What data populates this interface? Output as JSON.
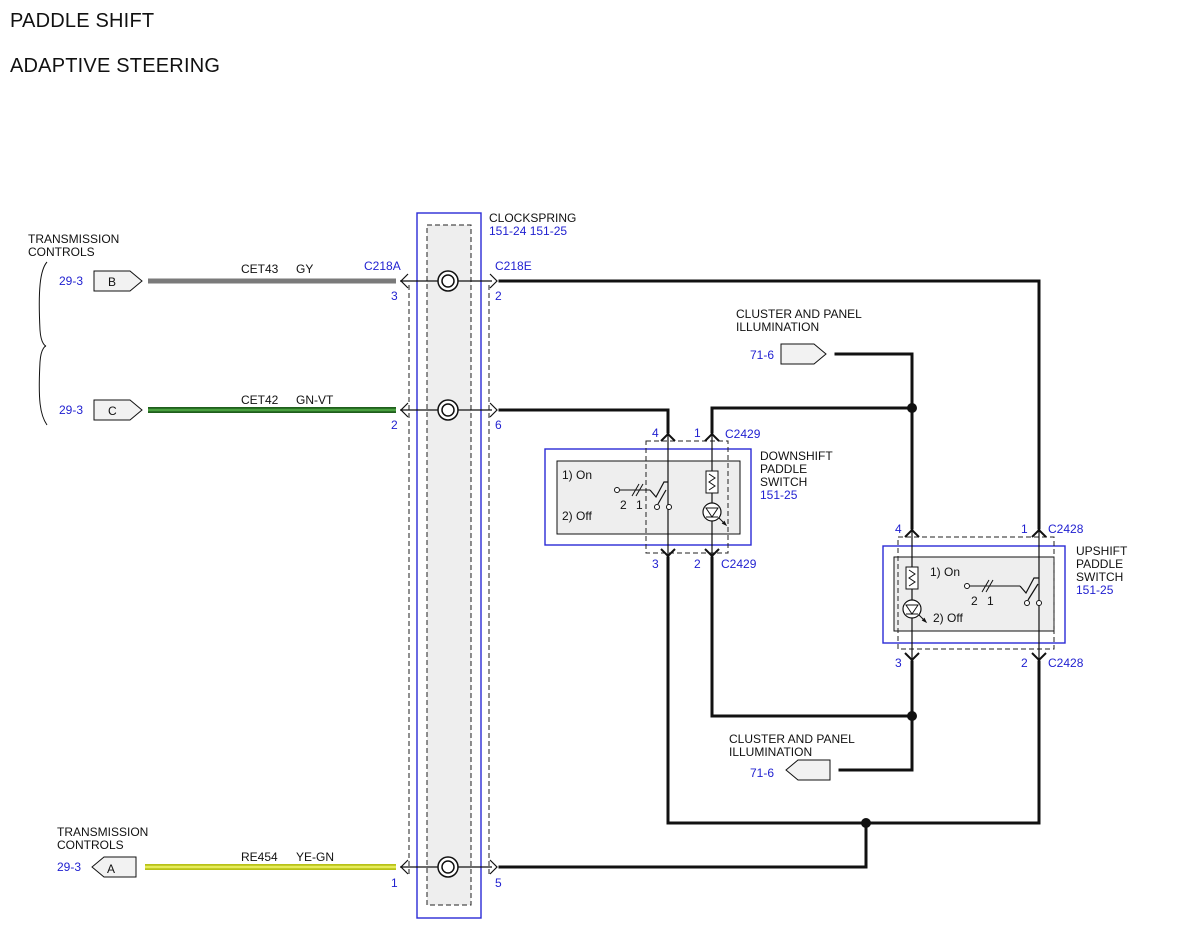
{
  "header": {
    "title_line1": "PADDLE SHIFT",
    "title_line2": "ADAPTIVE STEERING"
  },
  "clockspring": {
    "name": "CLOCKSPRING",
    "refs": "151-24  151-25",
    "left_connector": "C218A",
    "right_connector": "C218E"
  },
  "transmission_controls_top": {
    "label_line1": "TRANSMISSION",
    "label_line2": "CONTROLS",
    "refs": [
      "29-3",
      "29-3"
    ],
    "terminals": [
      "B",
      "C"
    ]
  },
  "transmission_controls_bottom": {
    "label_line1": "TRANSMISSION",
    "label_line2": "CONTROLS",
    "ref": "29-3",
    "terminal": "A"
  },
  "wires": [
    {
      "circuit": "CET43",
      "color_code": "GY",
      "left_pin": "3",
      "right_pin": "2",
      "color": "#7a7a7a"
    },
    {
      "circuit": "CET42",
      "color_code": "GN-VT",
      "left_pin": "2",
      "right_pin": "6",
      "color": "#2f7d2a"
    },
    {
      "circuit": "RE454",
      "color_code": "YE-GN",
      "left_pin": "1",
      "right_pin": "5",
      "color": "#c9d41a"
    }
  ],
  "illumination_top": {
    "line1": "CLUSTER AND PANEL",
    "line2": "ILLUMINATION",
    "ref": "71-6"
  },
  "illumination_bottom": {
    "line1": "CLUSTER AND PANEL",
    "line2": "ILLUMINATION",
    "ref": "71-6"
  },
  "downshift_switch": {
    "line1": "DOWNSHIFT",
    "line2": "PADDLE",
    "line3": "SWITCH",
    "ref": "151-25",
    "connector": "C2429",
    "pins_top": [
      "4",
      "1"
    ],
    "pins_bottom": [
      "3",
      "2"
    ],
    "position_on": "1) On",
    "position_off": "2) Off",
    "contact_labels": [
      "2",
      "1"
    ]
  },
  "upshift_switch": {
    "line1": "UPSHIFT",
    "line2": "PADDLE",
    "line3": "SWITCH",
    "ref": "151-25",
    "connector": "C2428",
    "pins_top": [
      "4",
      "1"
    ],
    "pins_bottom": [
      "3",
      "2"
    ],
    "position_on": "1) On",
    "position_off": "2) Off",
    "contact_labels": [
      "2",
      "1"
    ]
  },
  "colors": {
    "wire_black": "#111111",
    "label_blue": "#1f1fd0",
    "box_blue": "#2a2ad6",
    "box_fill": "#eeeeee"
  }
}
